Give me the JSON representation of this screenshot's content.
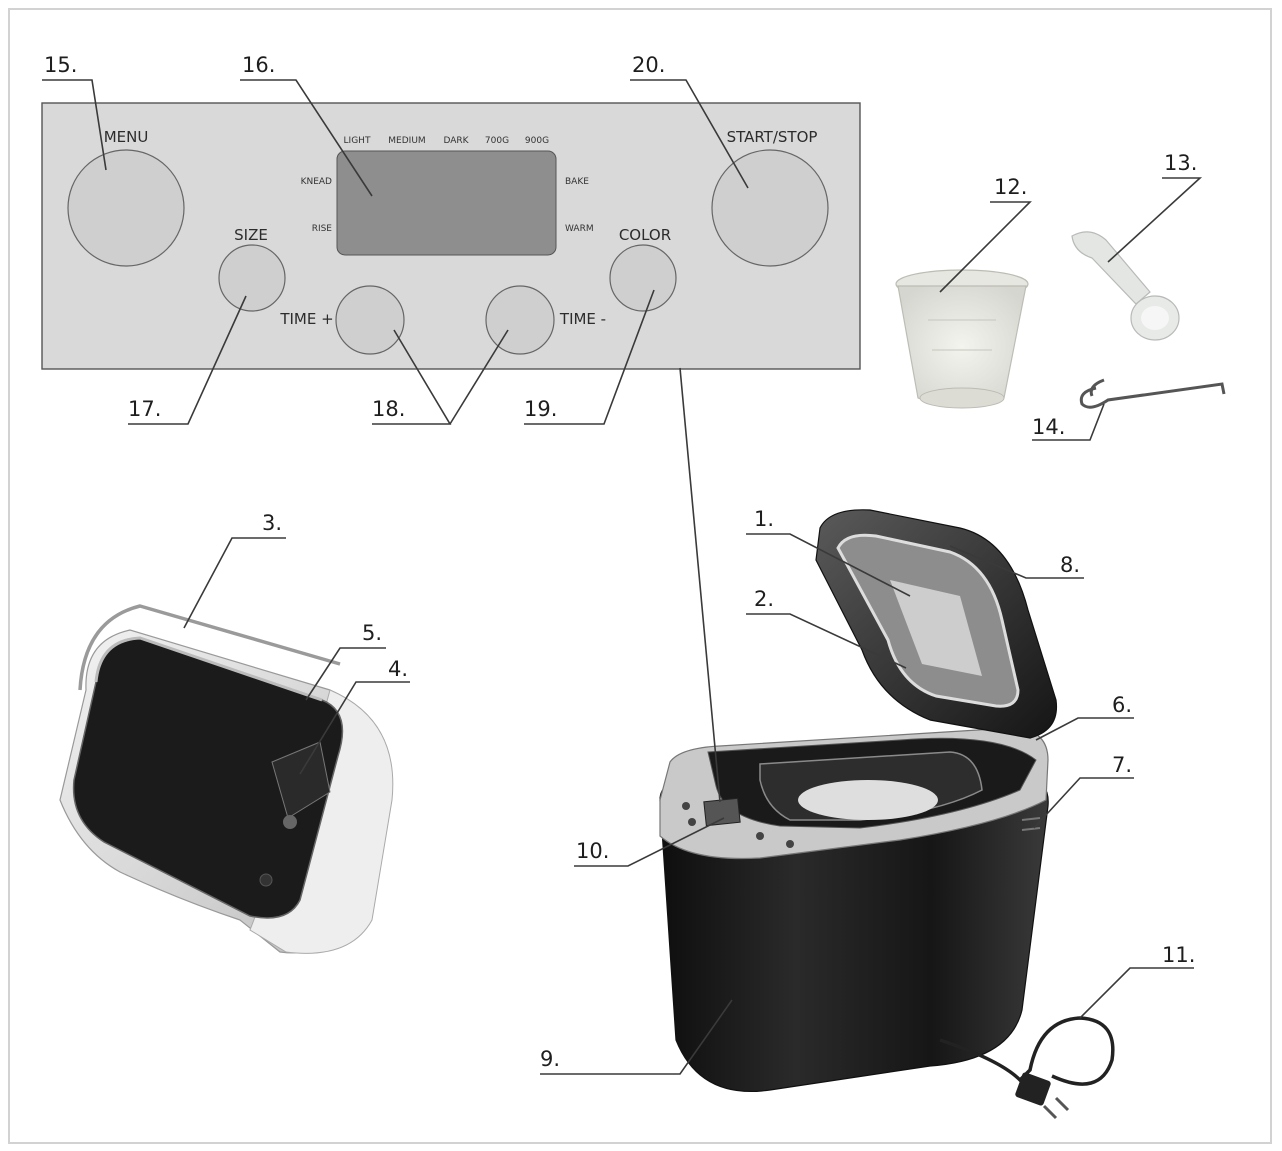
{
  "colors": {
    "panel_fill": "#d9d9d9",
    "button_fill": "#cfcfcf",
    "lcd_fill": "#8e8e8e",
    "machine_body": "#1c1c1c",
    "line": "#3a3a3a"
  },
  "panel": {
    "buttons": {
      "menu": "MENU",
      "size": "SIZE",
      "time_plus": "TIME +",
      "time_minus": "TIME -",
      "color": "COLOR",
      "start_stop": "START/STOP"
    },
    "lcd_labels": {
      "light": "LIGHT",
      "medium": "MEDIUM",
      "dark": "DARK",
      "w700": "700G",
      "w900": "900G",
      "knead": "KNEAD",
      "rise": "RISE",
      "bake": "BAKE",
      "warm": "WARM"
    }
  },
  "callouts": {
    "c1": "1.",
    "c2": "2.",
    "c3": "3.",
    "c4": "4.",
    "c5": "5.",
    "c6": "6.",
    "c7": "7.",
    "c8": "8.",
    "c9": "9.",
    "c10": "10.",
    "c11": "11.",
    "c12": "12.",
    "c13": "13.",
    "c14": "14.",
    "c15": "15.",
    "c16": "16.",
    "c17": "17.",
    "c18": "18.",
    "c19": "19.",
    "c20": "20."
  },
  "icons": [
    "measuring-cup-icon",
    "measuring-spoon-icon",
    "hook-icon",
    "baking-pan-icon",
    "bread-maker-icon",
    "power-cord-icon"
  ]
}
